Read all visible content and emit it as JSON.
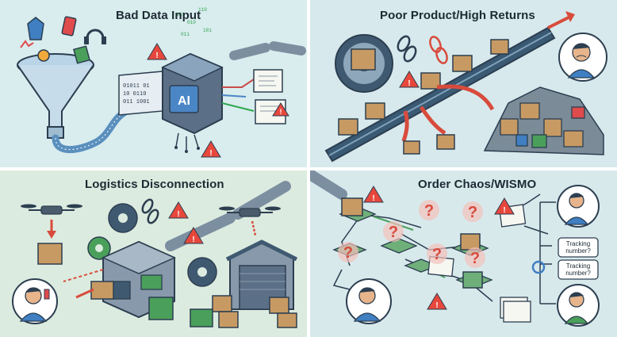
{
  "quadrants": {
    "bad_data": {
      "title": "Bad Data Input",
      "ai_label": "AI"
    },
    "poor_product": {
      "title": "Poor Product/High Returns"
    },
    "logistics": {
      "title": "Logistics Disconnection"
    },
    "order_chaos": {
      "title": "Order Chaos/WISMO",
      "bubble_1": "Tracking number?",
      "bubble_2": "Tracking number?"
    }
  },
  "colors": {
    "bg_q1": "#d9ecee",
    "bg_q2": "#d7e9ec",
    "bg_q3": "#dcebdf",
    "bg_q4": "#d8e9ec",
    "warning": "#e8473c",
    "box": "#c89a63",
    "conveyor": "#3a5a74",
    "ai_chip": "#4a86c5"
  },
  "icons": [
    "warning-icon",
    "question-icon",
    "gear-icon",
    "drone-icon",
    "broken-link-icon",
    "person-icon",
    "package-icon",
    "warehouse-icon",
    "funnel-icon",
    "ai-chip-icon",
    "conveyor-icon",
    "broken-pipe-icon"
  ]
}
